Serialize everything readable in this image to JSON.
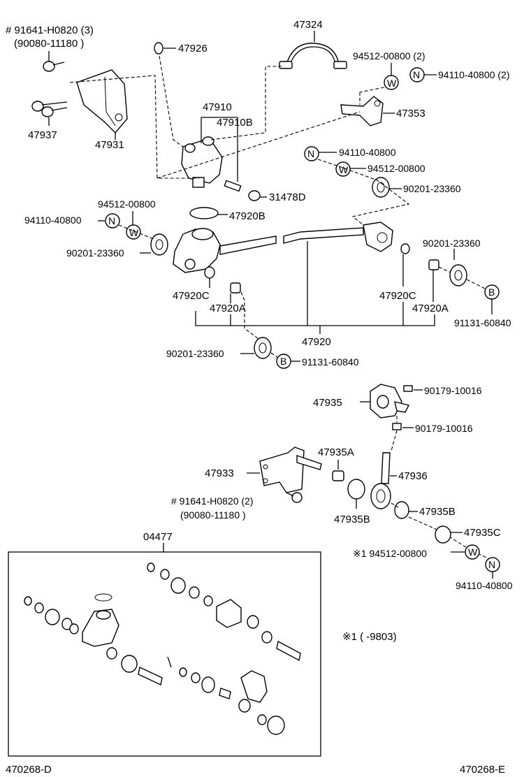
{
  "labels": {
    "p1": "# 91641-H0820 (3)",
    "p1b": "(90080-11180 )",
    "p2": "47926",
    "p3": "47324",
    "p4": "94512-00800 (2)",
    "p5": "94110-40800 (2)",
    "p6": "47910",
    "p7": "47910B",
    "p8": "47353",
    "p9": "47937",
    "p10": "47931",
    "p11": "94110-40800",
    "p12": "94512-00800",
    "p13": "90201-23360",
    "p14": "31478D",
    "p15": "94512-00800",
    "p16": "94110-40800",
    "p17": "47920B",
    "p18": "90201-23360",
    "p19": "90201-23360",
    "p20": "47920C",
    "p21": "47920A",
    "p22": "47920C",
    "p23": "47920A",
    "p24": "91131-60840",
    "p25": "47920",
    "p26": "90201-23360",
    "p27": "91131-60840",
    "p28": "47935",
    "p29": "90179-10016",
    "p30": "90179-10016",
    "p31": "47935A",
    "p32": "47933",
    "p33": "47936",
    "p34": "# 91641-H0820 (2)",
    "p34b": "(90080-11180 )",
    "p35": "47935B",
    "p36": "47935B",
    "p37": "47935C",
    "p38": "04477",
    "p39": "※1 94512-00800",
    "p40": "94110-40800",
    "p41": "※1  (        -9803)",
    "p42": "470268-D",
    "p43": "470268-E"
  },
  "markers": {
    "n": "N",
    "w": "W",
    "b": "B"
  }
}
